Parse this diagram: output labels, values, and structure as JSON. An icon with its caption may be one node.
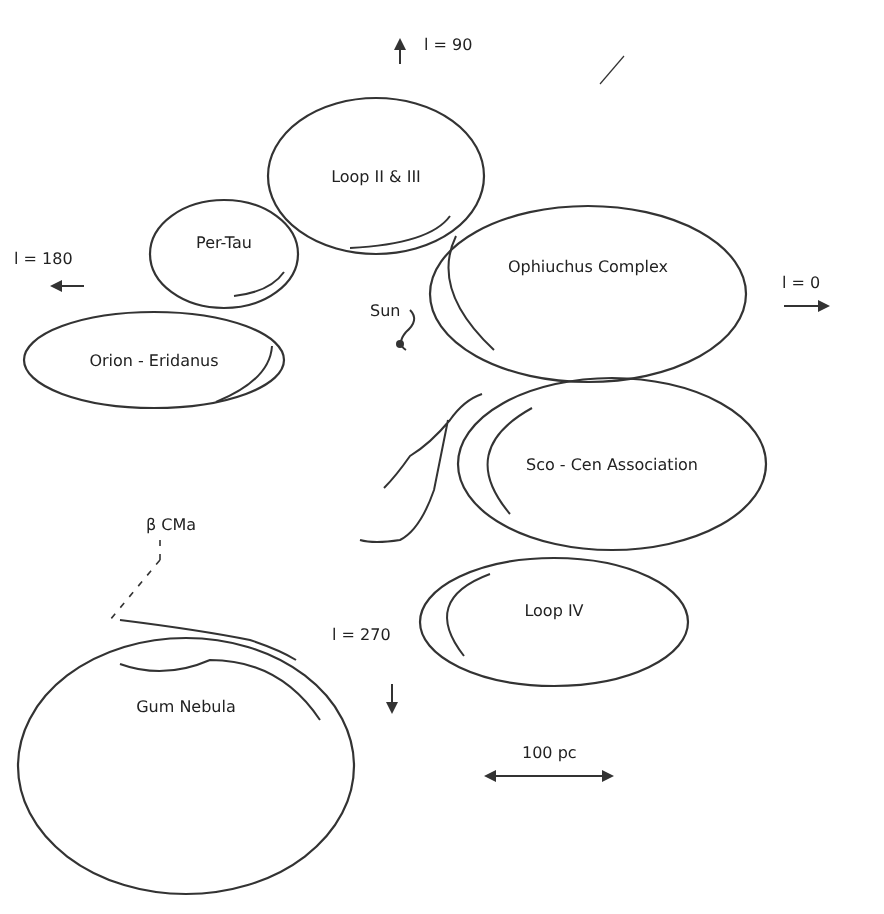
{
  "diagram": {
    "nodes": [
      {
        "text": [
          "Loop II & III"
        ]
      },
      {
        "text": [
          "Per-Tau"
        ]
      },
      {
        "text": [
          "Ophiuchus Complex"
        ]
      },
      {
        "text": [
          "Orion - Eridanus"
        ]
      },
      {
        "text": [
          "Sco - Cen Association"
        ]
      },
      {
        "text": [
          "Loop IV"
        ]
      },
      {
        "text": [
          "Gum Nebula"
        ]
      }
    ],
    "edges": [],
    "labels": [
      "l = 90",
      "l = 180",
      "Sun",
      "l = 0",
      "β CMa",
      "l = 270",
      "100 pc"
    ]
  }
}
